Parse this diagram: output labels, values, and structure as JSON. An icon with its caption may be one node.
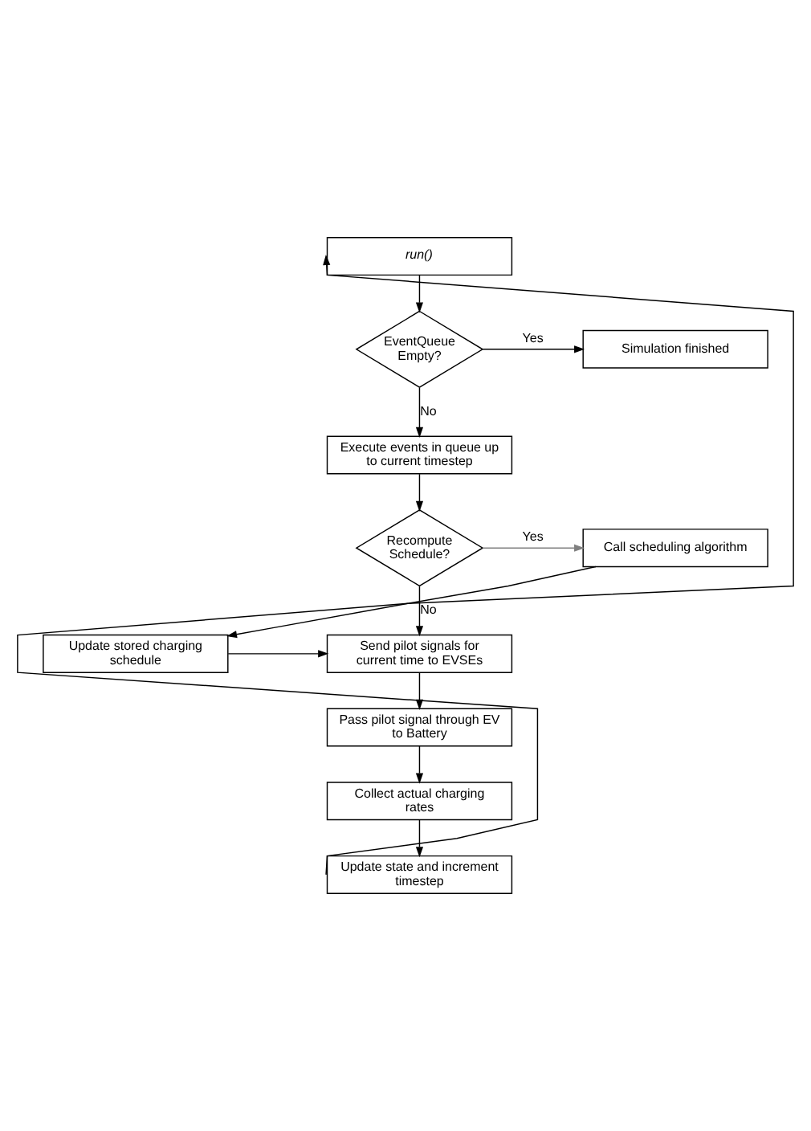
{
  "diagram": {
    "nodes": [
      {
        "text": [
          "run()"
        ]
      },
      {
        "text": [
          "EventQueue Empty?"
        ]
      },
      {
        "text": [
          "Simulation finished"
        ]
      },
      {
        "text": [
          "Execute events in queue up to current timestep"
        ]
      },
      {
        "text": [
          "Recompute Schedule?"
        ]
      },
      {
        "text": [
          "Call scheduling algorithm"
        ]
      },
      {
        "text": [
          "Send pilot signals for current time to EVSEs"
        ]
      },
      {
        "text": [
          "Update stored charging schedule"
        ]
      },
      {
        "text": [
          "Pass pilot signal through EV to Battery"
        ]
      },
      {
        "text": [
          "Collect actual charging rates"
        ]
      },
      {
        "text": [
          "Update state and increment timestep"
        ]
      }
    ],
    "edges": [
      {
        "from": 0,
        "to": 1,
        "arrow": "to"
      },
      {
        "from": 1,
        "to": 2,
        "arrow": "to",
        "label": "Yes"
      },
      {
        "from": 1,
        "to": 3,
        "arrow": "to",
        "label": "No"
      },
      {
        "from": 3,
        "to": 4,
        "arrow": "to"
      },
      {
        "from": 4,
        "to": 5,
        "arrow": "to",
        "label": "Yes",
        "color": "#808080"
      },
      {
        "from": 4,
        "to": 6,
        "arrow": "to",
        "label": "No"
      },
      {
        "from": 5,
        "to": 7,
        "arrow": "to"
      },
      {
        "from": 7,
        "to": 6,
        "arrow": "to"
      },
      {
        "from": 6,
        "to": 8,
        "arrow": "to"
      },
      {
        "from": 8,
        "to": 9,
        "arrow": "to"
      },
      {
        "from": 9,
        "to": 10,
        "arrow": "to"
      },
      {
        "from": 10,
        "to": 0,
        "arrow": "to"
      }
    ]
  }
}
